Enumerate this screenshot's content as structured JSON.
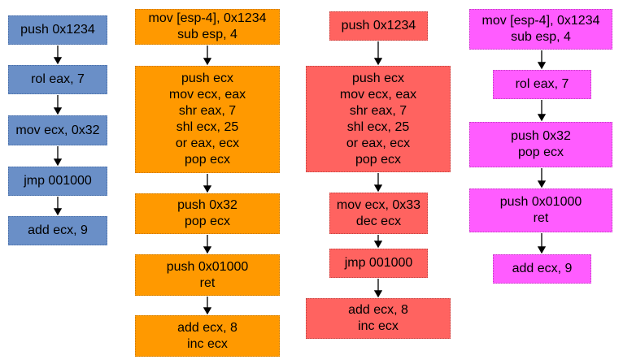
{
  "columns": [
    {
      "color": "#6a8fc7",
      "blocks": [
        "push 0x1234",
        "rol eax, 7",
        "mov ecx, 0x32",
        "jmp 001000",
        "add ecx, 9"
      ]
    },
    {
      "color": "#ff9900",
      "blocks": [
        "mov [esp-4], 0x1234\nsub esp, 4",
        "push ecx\nmov ecx, eax\nshr eax, 7\nshl ecx, 25\nor eax, ecx\npop ecx",
        "push 0x32\npop ecx",
        "push 0x01000\nret",
        "add ecx, 8\ninc ecx"
      ]
    },
    {
      "color": "#ff6360",
      "blocks": [
        "push 0x1234",
        "push ecx\nmov ecx, eax\nshr eax, 7\nshl ecx, 25\nor eax, ecx\npop ecx",
        "mov ecx, 0x33\ndec ecx",
        "jmp 001000",
        "add ecx, 8\ninc ecx"
      ]
    },
    {
      "color": "#ff5cff",
      "blocks": [
        "mov [esp-4], 0x1234\nsub esp, 4",
        "rol eax, 7",
        "push 0x32\npop ecx",
        "push 0x01000\nret",
        "add ecx, 9"
      ]
    }
  ]
}
